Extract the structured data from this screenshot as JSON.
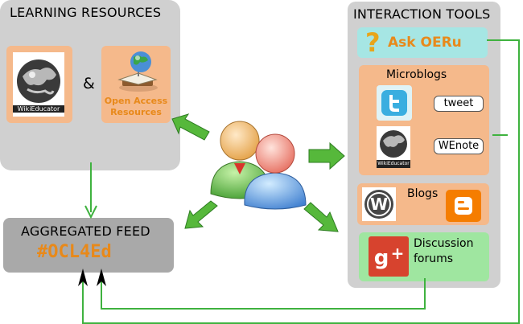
{
  "learning_resources": {
    "title": "LEARNING RESOURCES",
    "ampersand": "&",
    "wikieducator_label": "WikiEducator",
    "oa_line1": "Open Access",
    "oa_line2": "Resources"
  },
  "aggregated_feed": {
    "title": "AGGREGATED FEED",
    "hashtag": "#OCL4Ed"
  },
  "interaction_tools": {
    "title": "INTERACTION TOOLS",
    "ask_label": "Ask OERu",
    "microblogs_title": "Microblogs",
    "tweet_label": "tweet",
    "wenote_label": "WEnote",
    "wikieducator_label": "WikiEducator",
    "blogs_title": "Blogs",
    "discussion_line1": "Discussion",
    "discussion_line2": "forums"
  },
  "colors": {
    "arrow_green": "#3fb23f",
    "orange": "#e8891a",
    "panel_gray": "#d0d0d0",
    "peach": "#f5b98b"
  }
}
